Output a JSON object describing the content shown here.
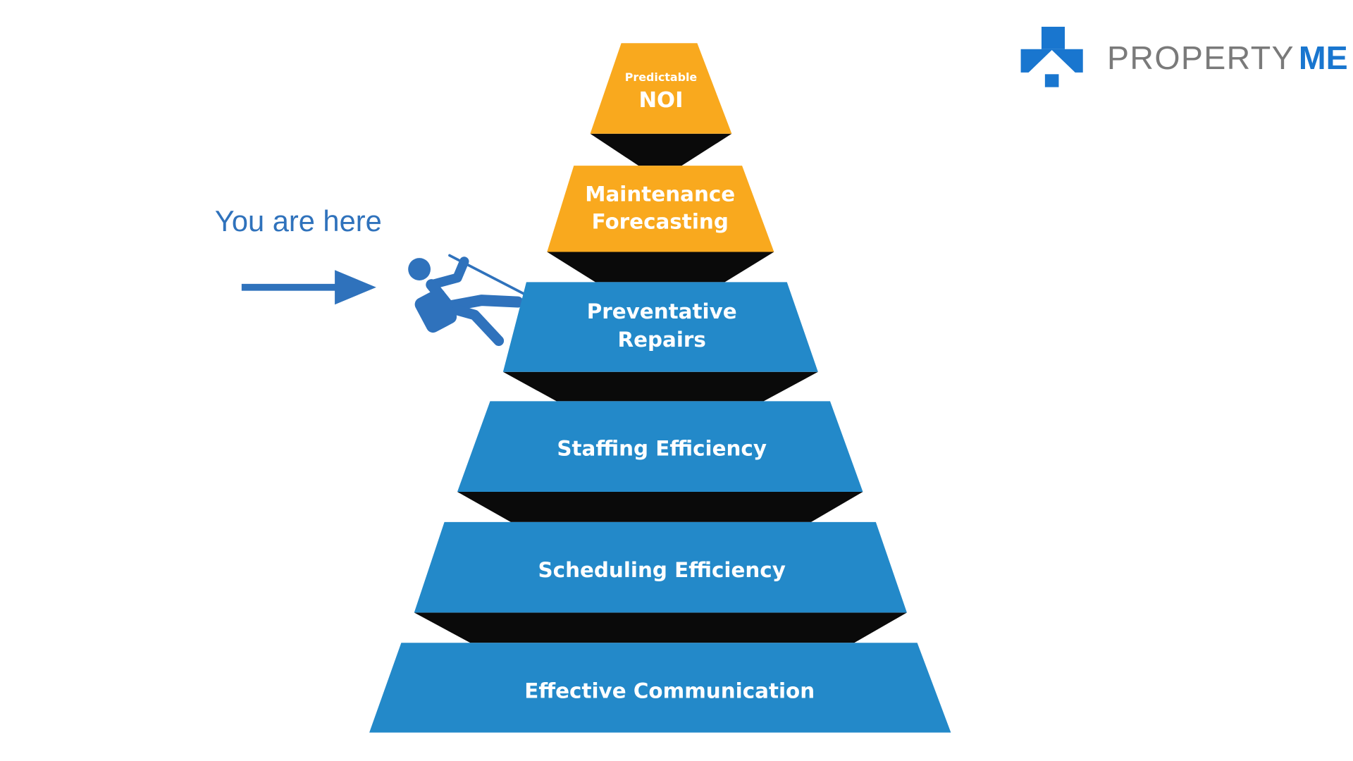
{
  "colors": {
    "top_tiers": "#F9A91E",
    "lower_tiers": "#2389C9",
    "shadow": "#0A0A0A",
    "marker": "#2F72BC",
    "brand": "#1976CF"
  },
  "marker": {
    "label": "You are here",
    "icons": [
      "arrow-right-icon",
      "climber-icon"
    ]
  },
  "logo": {
    "text_main": "PROPERTY",
    "text_accent": "ME",
    "icon": "house-cross-icon"
  },
  "pyramid": {
    "tiers": [
      {
        "line1": "Predictable",
        "line2": "NOI"
      },
      {
        "line1": "Maintenance",
        "line2": "Forecasting"
      },
      {
        "line1": "Preventative",
        "line2": "Repairs"
      },
      {
        "line1": "Staffing Efficiency"
      },
      {
        "line1": "Scheduling Efficiency"
      },
      {
        "line1": "Effective Communication"
      }
    ]
  }
}
